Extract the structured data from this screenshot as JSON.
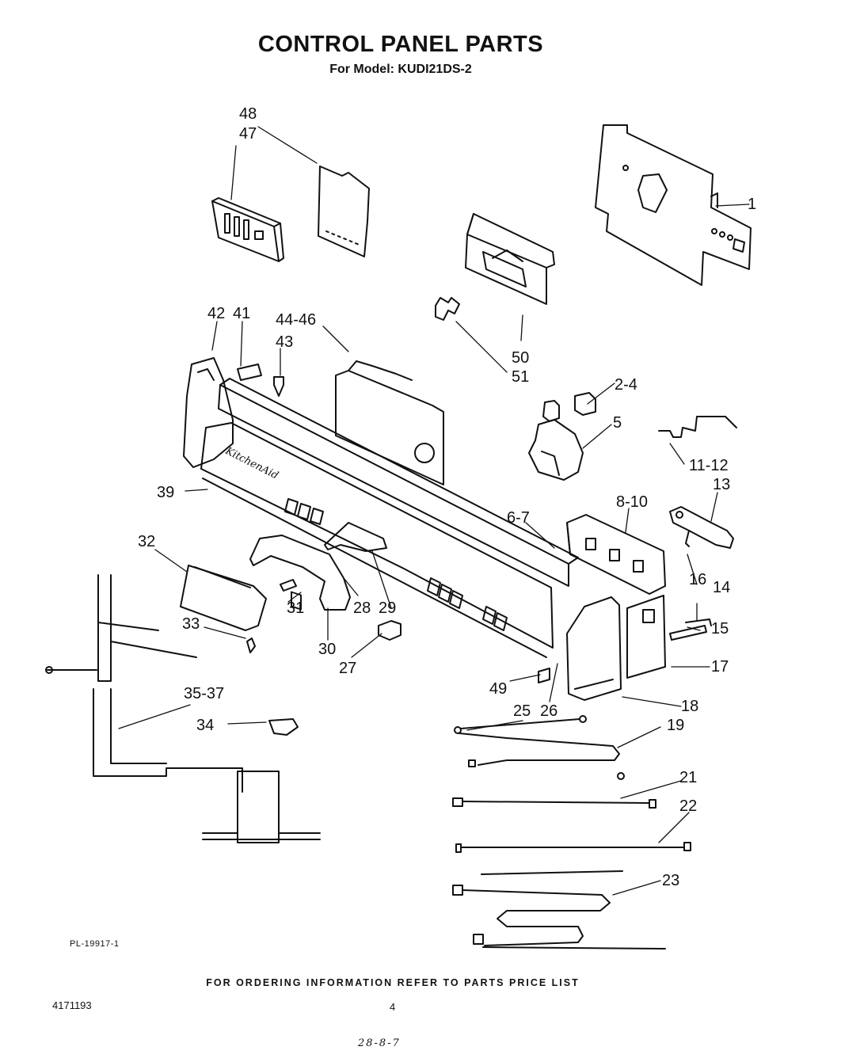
{
  "header": {
    "title": "CONTROL PANEL PARTS",
    "subtitle": "For Model: KUDI21DS-2"
  },
  "diagram": {
    "brand_marking": "KitchenAid",
    "callouts": [
      "48",
      "47",
      "1",
      "44-46",
      "43",
      "42",
      "41",
      "50",
      "51",
      "2-4",
      "5",
      "11-12",
      "13",
      "39",
      "8-10",
      "6-7",
      "32",
      "14",
      "31",
      "28",
      "29",
      "16",
      "33",
      "30",
      "15",
      "27",
      "17",
      "49",
      "18",
      "35-37",
      "25",
      "26",
      "19",
      "34",
      "21",
      "22",
      "23"
    ]
  },
  "footer": {
    "plate_id": "PL-19917-1",
    "ordering_note": "FOR ORDERING INFORMATION REFER TO PARTS PRICE LIST",
    "doc_number": "4171193",
    "page_number": "4",
    "handwritten_note": "28-8-7"
  }
}
